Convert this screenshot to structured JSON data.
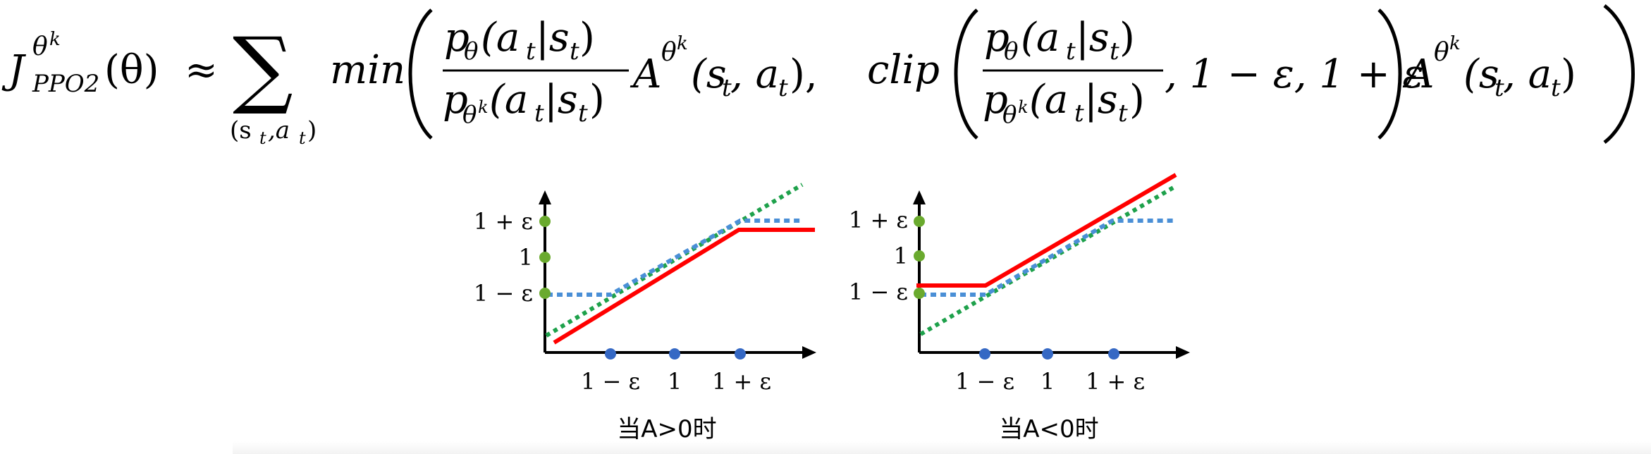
{
  "formula": {
    "J": "J",
    "J_sup_theta": "θ",
    "J_sup_k": "k",
    "J_sub": "PPO2",
    "lhs_arg": "(θ)",
    "approx": "≈",
    "sum": "∑",
    "sum_under": "(s",
    "sum_under_t": "t",
    "sum_under_a": ",a",
    "sum_under_t2": "t",
    "sum_under_close": ")",
    "min": "min",
    "p": "p",
    "theta": "θ",
    "k": "k",
    "a": "(a",
    "t": "t",
    "bar_s": "|s",
    "close": ")",
    "A": "A",
    "args": "(s",
    "args_mid": ", a",
    "args_close": "),",
    "args_close2": ")",
    "clip": "clip",
    "clip_rest": ", 1 − ε, 1 + ε"
  },
  "chart_left": {
    "y_ticks": [
      "1 + ε",
      "1",
      "1 − ε"
    ],
    "x_ticks": [
      "1 − ε",
      "1",
      "1 + ε"
    ],
    "caption": "当A>0时"
  },
  "chart_right": {
    "y_ticks": [
      "1 + ε",
      "1",
      "1 − ε"
    ],
    "x_ticks": [
      "1 − ε",
      "1",
      "1 + ε"
    ],
    "caption": "当A<0时"
  },
  "colors": {
    "red": "#ff0000",
    "green_dotted": "#1ea14b",
    "blue_dotted": "#4a8fd6",
    "green_marker": "#6aaa2e",
    "blue_marker": "#3568c4"
  }
}
